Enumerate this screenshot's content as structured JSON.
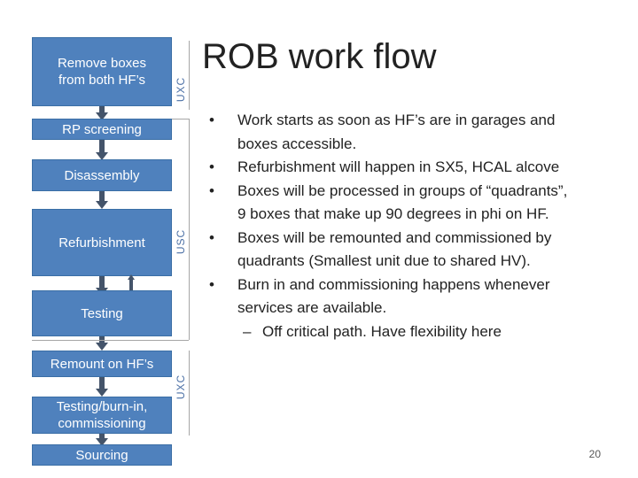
{
  "title": "ROB work flow",
  "flow_steps": [
    "Remove boxes\nfrom both HF’s",
    "RP screening",
    "Disassembly",
    "Refurbishment",
    "Testing",
    "Remount on HF’s",
    "Testing/burn-in,\ncommissioning",
    "Sourcing"
  ],
  "brackets": [
    "UXC",
    "USC",
    "UXC"
  ],
  "bullets": [
    {
      "marker": "•",
      "text": "Work starts as soon as HF’s are in garages and"
    },
    {
      "marker": "",
      "text": "boxes accessible."
    },
    {
      "marker": "•",
      "text": "Refurbishment will happen in SX5, HCAL alcove"
    },
    {
      "marker": "•",
      "text": "Boxes will be processed in groups of “quadrants”,"
    },
    {
      "marker": "",
      "text": "9 boxes that make up 90 degrees in phi on HF."
    },
    {
      "marker": "•",
      "text": "Boxes will be remounted and commissioned by"
    },
    {
      "marker": "",
      "text": "quadrants (Smallest unit due to shared HV)."
    },
    {
      "marker": "•",
      "text": "Burn in and commissioning happens whenever"
    },
    {
      "marker": "",
      "text": "services are available."
    },
    {
      "marker": "–",
      "text": "Off critical path.  Have flexibility here",
      "sub": true
    }
  ],
  "page_number": "20",
  "colors": {
    "box": "#4f81bd",
    "arrow": "#44546a",
    "bracket_label": "#4a6fa5"
  }
}
